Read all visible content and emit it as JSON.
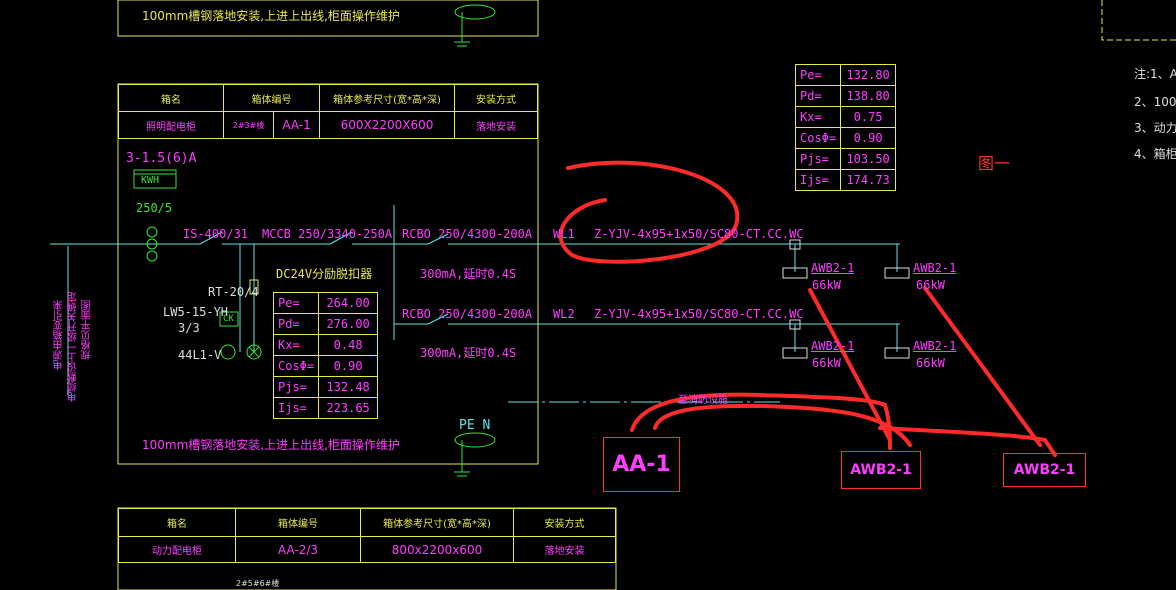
{
  "top_note": "100mm槽钢落地安装,上进上出线,柜面操作维护",
  "bottom_note": "100mm槽钢落地安装,上进上出线,柜面操作维护",
  "cabinet1": {
    "headers": [
      "箱名",
      "箱体编号",
      "箱体参考尺寸(宽*高*深)",
      "安装方式"
    ],
    "values": [
      "照明配电柜",
      "2#3#楼",
      "AA-1",
      "600X2200X600",
      "落地安装"
    ]
  },
  "cabinet2": {
    "headers": [
      "箱名",
      "箱体编号",
      "箱体参考尺寸(宽*高*深)",
      "安装方式"
    ],
    "values": [
      "动力配电柜",
      "AA-2/3",
      "800x2200x600",
      "落地安装"
    ],
    "extra": "2#5#6#楼"
  },
  "meter": {
    "rating": "3-1.5(6)A",
    "label": "KWH",
    "ct": "250/5"
  },
  "breakers": {
    "isolator": "IS-400/31",
    "mccb": "MCCB 250/3340-250A",
    "rcbo1": "RCBO 250/4300-200A",
    "rcbo2": "RCBO 250/4300-200A",
    "leak1": "300mA,延时0.4S",
    "leak2": "300mA,延时0.4S",
    "dc": "DC24V分励脱扣器"
  },
  "feeders": [
    {
      "id": "WL1",
      "cable": "Z-YJV-4x95+1x50/SC80-CT.CC.WC"
    },
    {
      "id": "WL2",
      "cable": "Z-YJV-4x95+1x50/SC80-CT.CC.WC"
    }
  ],
  "loads": [
    {
      "name": "AWB2-1",
      "power": "66kW"
    },
    {
      "name": "AWB2-1",
      "power": "66kW"
    },
    {
      "name": "AWB2-1",
      "power": "66kW"
    },
    {
      "name": "AWB2-1",
      "power": "66kW"
    }
  ],
  "instruments": {
    "relay": "RT-20/4",
    "switch": "LW5-15-YH",
    "switch_pos": "3/3",
    "voltmeter": "44L1-V",
    "relay_tag": "CK"
  },
  "pe_label": "PE N",
  "fire_label": "至消防设施",
  "side_text": [
    "电源由箱变引来",
    "电缆敷设上一级开关确定",
    "规格见平面图"
  ],
  "params_in": [
    {
      "k": "Pe=",
      "v": "264.00"
    },
    {
      "k": "Pd=",
      "v": "276.00"
    },
    {
      "k": "Kx=",
      "v": "0.48"
    },
    {
      "k": "CosΦ=",
      "v": "0.90"
    },
    {
      "k": "Pjs=",
      "v": "132.48"
    },
    {
      "k": "Ijs=",
      "v": "223.65"
    }
  ],
  "params_out": [
    {
      "k": "Pe=",
      "v": "132.80"
    },
    {
      "k": "Pd=",
      "v": "138.80"
    },
    {
      "k": "Kx=",
      "v": "0.75"
    },
    {
      "k": "CosΦ=",
      "v": "0.90"
    },
    {
      "k": "Pjs=",
      "v": "103.50"
    },
    {
      "k": "Ijs=",
      "v": "174.73"
    }
  ],
  "notes": [
    "注:1、A",
    "2、100",
    "3、动力",
    "4、箱柜"
  ],
  "figure_label": "图一",
  "annotations": [
    "AA-1",
    "AWB2-1",
    "AWB2-1"
  ],
  "colors": {
    "magenta": "#ff3cff",
    "yellow": "#e8e84a",
    "cyan": "#5fe3e3",
    "green": "#33e633",
    "red": "#ff2a2a"
  }
}
